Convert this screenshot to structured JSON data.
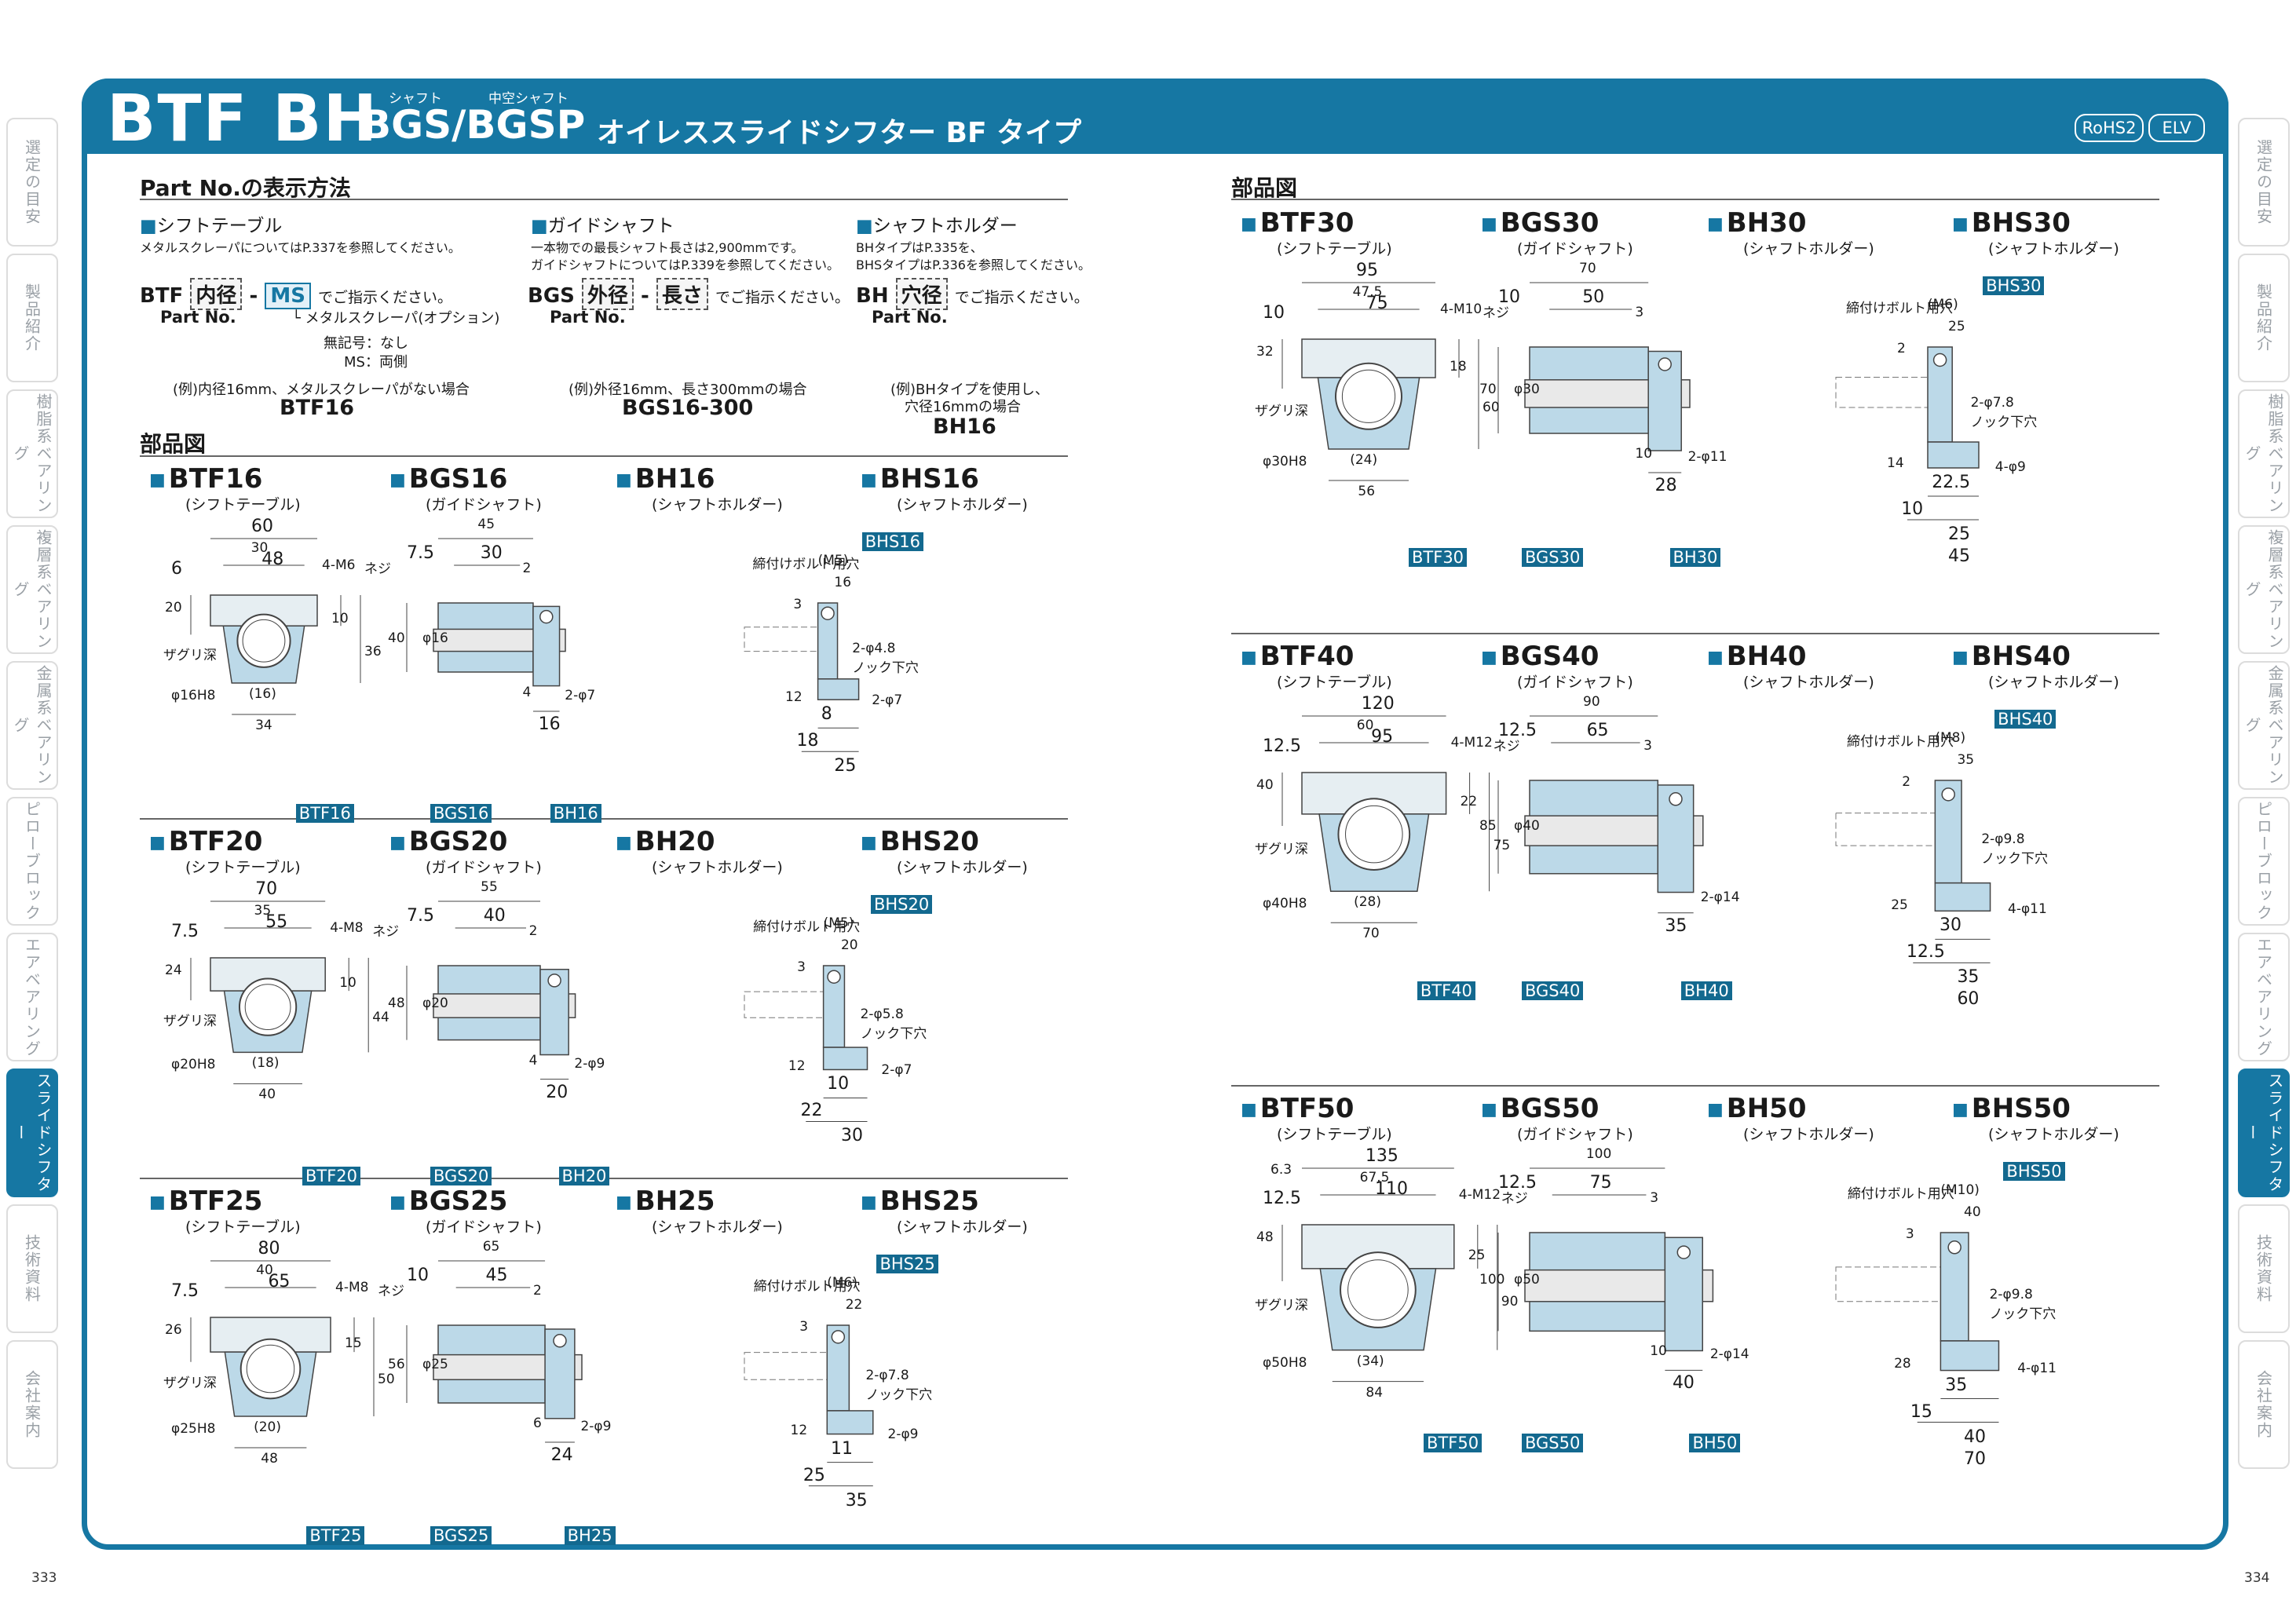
{
  "header": {
    "title_main": "BTF BH",
    "title_sub": "BGS/BGSP",
    "ruby_shaft": "シャフト",
    "ruby_hollow": "中空シャフト",
    "description": "オイレススライドシフター BF タイプ",
    "badges": [
      "RoHS2",
      "ELV"
    ]
  },
  "side_tabs_left": [
    "選定の目安",
    "製品紹介",
    "樹脂系ベアリング",
    "複層系ベアリング",
    "金属系ベアリング",
    "ピローブロック",
    "エアベアリング",
    "スライドシフター",
    "技術資料",
    "会社案内"
  ],
  "side_tabs_right": [
    "選定の目安",
    "製品紹介",
    "樹脂系ベアリング",
    "複層系ベアリング",
    "金属系ベアリング",
    "ピローブロック",
    "エアベアリング",
    "スライドシフター",
    "技術資料",
    "会社案内"
  ],
  "active_tab": "スライドシフター",
  "page_numbers": {
    "left": "333",
    "right": "334"
  },
  "part_no": {
    "title": "Part No.の表示方法",
    "shift_table": {
      "heading": "シフトテーブル",
      "note": "メタルスクレーパについてはP.337を参照してください。",
      "code_prefix": "BTF",
      "box1": "内径",
      "dash": "-",
      "box2": "MS",
      "suffix": "でご指示ください。",
      "part_no_label": "Part No.",
      "scraper_note": "メタルスクレーパ(オプション)",
      "opt1": "無記号：なし",
      "opt2": "MS：両側",
      "example_note": "(例)内径16mm、メタルスクレーパがない場合",
      "example_value": "BTF16"
    },
    "guide_shaft": {
      "heading": "ガイドシャフト",
      "note1": "一本物での最長シャフト長さは2,900mmです。",
      "note2": "ガイドシャフトについてはP.339を参照してください。",
      "code_prefix": "BGS",
      "box1": "外径",
      "dash": "-",
      "box2": "長さ",
      "suffix": "でご指示ください。",
      "part_no_label": "Part No.",
      "example_note": "(例)外径16mm、長さ300mmの場合",
      "example_value": "BGS16-300"
    },
    "shaft_holder": {
      "heading": "シャフトホルダー",
      "note1": "BHタイプはP.335を、",
      "note2": "BHSタイプはP.336を参照してください。",
      "code_prefix": "BH",
      "box1": "穴径",
      "suffix": "でご指示ください。",
      "part_no_label": "Part No.",
      "example_note1": "(例)BHタイプを使用し、",
      "example_note2": "穴径16mmの場合",
      "example_value": "BH16"
    }
  },
  "parts_title": "部品図",
  "captions": {
    "btf": "(シフトテーブル)",
    "bgs": "(ガイドシャフト)",
    "bh": "(シャフトホルダー)",
    "bhs": "(シャフトホルダー)",
    "zaguri": "ザグリ深",
    "bolt": "締付けボルト用穴",
    "knock": "ノック下穴",
    "neji": "ネジ"
  },
  "sizes": [
    {
      "size": "16",
      "btf": "BTF16",
      "bgs": "BGS16",
      "bh": "BH16",
      "bhs": "BHS16",
      "w_total": "60",
      "w_mid": "30",
      "w_inner": "48",
      "w_side": "6",
      "h_top": "20",
      "h_10": "10",
      "h_36": "36",
      "tap": "4-M6",
      "bore": "φ16H8",
      "bottom": "34",
      "bracket": "(16)",
      "bgs_len": "45",
      "bgs_30": "30",
      "bgs_75": "7.5",
      "bgs_2": "2",
      "bgs_h": "40",
      "bgs_d": "φ16",
      "bh_4": "4",
      "bh_16": "16",
      "bh_hole": "2-φ7",
      "bhs_bolt": "(M5)",
      "bhs_16": "16",
      "bhs_3": "3",
      "bhs_knock": "2-φ4.8",
      "bhs_12": "12",
      "bhs_8": "8",
      "bhs_18": "18",
      "bhs_25": "25",
      "bhs_hole": "2-φ7"
    },
    {
      "size": "20",
      "btf": "BTF20",
      "bgs": "BGS20",
      "bh": "BH20",
      "bhs": "BHS20",
      "w_total": "70",
      "w_mid": "35",
      "w_inner": "55",
      "w_side": "7.5",
      "h_top": "24",
      "h_10": "10",
      "h_36": "44",
      "tap": "4-M8",
      "bore": "φ20H8",
      "bottom": "40",
      "bracket": "(18)",
      "bgs_len": "55",
      "bgs_30": "40",
      "bgs_75": "7.5",
      "bgs_2": "2",
      "bgs_h": "48",
      "bgs_d": "φ20",
      "bh_4": "4",
      "bh_16": "20",
      "bh_hole": "2-φ9",
      "bhs_bolt": "(M5)",
      "bhs_16": "20",
      "bhs_3": "3",
      "bhs_knock": "2-φ5.8",
      "bhs_12": "12",
      "bhs_8": "10",
      "bhs_18": "22",
      "bhs_25": "30",
      "bhs_hole": "2-φ7"
    },
    {
      "size": "25",
      "btf": "BTF25",
      "bgs": "BGS25",
      "bh": "BH25",
      "bhs": "BHS25",
      "w_total": "80",
      "w_mid": "40",
      "w_inner": "65",
      "w_side": "7.5",
      "h_top": "26",
      "h_10": "15",
      "h_36": "50",
      "tap": "4-M8",
      "bore": "φ25H8",
      "bottom": "48",
      "bracket": "(20)",
      "bgs_len": "65",
      "bgs_30": "45",
      "bgs_75": "10",
      "bgs_2": "2",
      "bgs_h": "56",
      "bgs_d": "φ25",
      "bh_4": "6",
      "bh_16": "24",
      "bh_hole": "2-φ9",
      "bhs_bolt": "(M6)",
      "bhs_16": "22",
      "bhs_3": "3",
      "bhs_knock": "2-φ7.8",
      "bhs_12": "12",
      "bhs_8": "11",
      "bhs_18": "25",
      "bhs_25": "35",
      "bhs_hole": "2-φ9"
    },
    {
      "size": "30",
      "btf": "BTF30",
      "bgs": "BGS30",
      "bh": "BH30",
      "bhs": "BHS30",
      "w_total": "95",
      "w_mid": "47.5",
      "w_inner": "75",
      "w_side": "10",
      "h_top": "32",
      "h_10": "18",
      "h_36": "60",
      "tap": "4-M10",
      "bore": "φ30H8",
      "bottom": "56",
      "bracket": "(24)",
      "bgs_len": "70",
      "bgs_30": "50",
      "bgs_75": "10",
      "bgs_2": "3",
      "bgs_h": "70",
      "bgs_d": "φ30",
      "bh_4": "10",
      "bh_16": "28",
      "bh_hole": "2-φ11",
      "bhs_bolt": "(M6)",
      "bhs_16": "25",
      "bhs_3": "2",
      "bhs_knock": "2-φ7.8",
      "bhs_12": "14",
      "bhs_8": "22.5",
      "bhs_18": "10",
      "bhs_25": "25",
      "bhs_45": "45",
      "bhs_hole": "4-φ9"
    },
    {
      "size": "40",
      "btf": "BTF40",
      "bgs": "BGS40",
      "bh": "BH40",
      "bhs": "BHS40",
      "w_total": "120",
      "w_mid": "60",
      "w_inner": "95",
      "w_side": "12.5",
      "h_top": "40",
      "h_10": "22",
      "h_36": "75",
      "tap": "4-M12",
      "bore": "φ40H8",
      "bottom": "70",
      "bracket": "(28)",
      "bgs_len": "90",
      "bgs_30": "65",
      "bgs_75": "12.5",
      "bgs_2": "3",
      "bgs_h": "85",
      "bgs_d": "φ40",
      "bh_4": "",
      "bh_16": "35",
      "bh_hole": "2-φ14",
      "bhs_bolt": "(M8)",
      "bhs_16": "35",
      "bhs_3": "2",
      "bhs_knock": "2-φ9.8",
      "bhs_12": "25",
      "bhs_8": "30",
      "bhs_18": "12.5",
      "bhs_25": "35",
      "bhs_45": "60",
      "bhs_hole": "4-φ11"
    },
    {
      "size": "50",
      "btf": "BTF50",
      "bgs": "BGS50",
      "bh": "BH50",
      "bhs": "BHS50",
      "w_total": "135",
      "w_mid": "67.5",
      "w_inner": "110",
      "w_side": "12.5",
      "h_top": "48",
      "h_10": "25",
      "h_36": "90",
      "tap": "4-M12",
      "bore": "φ50H8",
      "bottom": "84",
      "bracket": "(34)",
      "extra": "6.3",
      "bgs_len": "100",
      "bgs_30": "75",
      "bgs_75": "12.5",
      "bgs_2": "3",
      "bgs_h": "100",
      "bgs_d": "φ50",
      "bh_4": "10",
      "bh_16": "40",
      "bh_hole": "2-φ14",
      "bhs_bolt": "(M10)",
      "bhs_16": "40",
      "bhs_3": "3",
      "bhs_knock": "2-φ9.8",
      "bhs_12": "28",
      "bhs_8": "35",
      "bhs_18": "15",
      "bhs_25": "40",
      "bhs_45": "70",
      "bhs_hole": "4-φ11"
    }
  ]
}
